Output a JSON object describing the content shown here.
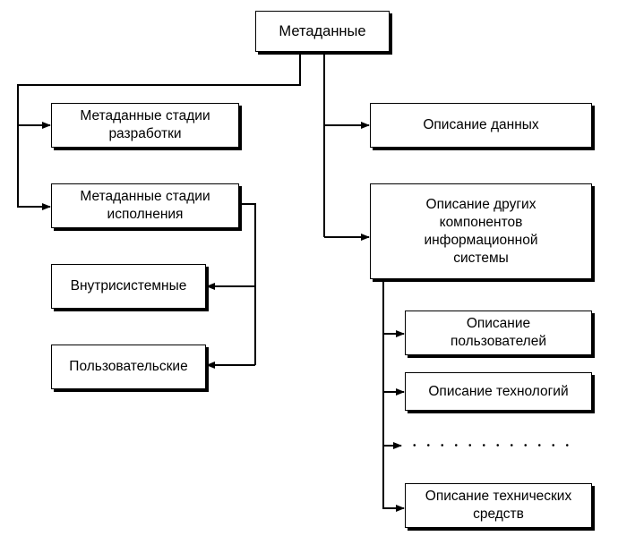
{
  "diagram": {
    "nodes": {
      "root": {
        "label": "Метаданные"
      },
      "design_stage": {
        "label": "Метаданные стадии\nразработки"
      },
      "runtime_stage": {
        "label": "Метаданные стадии\nисполнения"
      },
      "internal": {
        "label": "Внутрисистемные"
      },
      "user_level": {
        "label": "Пользовательские"
      },
      "data_description": {
        "label": "Описание данных"
      },
      "other_components": {
        "label": "Описание других\nкомпонентов\nинформационной\nсистемы"
      },
      "users_description": {
        "label": "Описание\nпользователей"
      },
      "technologies_description": {
        "label": "Описание технологий"
      },
      "hardware_description": {
        "label": "Описание технических\nсредств"
      }
    },
    "edges": [
      {
        "from": "root",
        "to": "design_stage"
      },
      {
        "from": "root",
        "to": "runtime_stage"
      },
      {
        "from": "root",
        "to": "data_description"
      },
      {
        "from": "root",
        "to": "other_components"
      },
      {
        "from": "runtime_stage",
        "to": "internal"
      },
      {
        "from": "runtime_stage",
        "to": "user_level"
      },
      {
        "from": "other_components",
        "to": "users_description"
      },
      {
        "from": "other_components",
        "to": "technologies_description"
      },
      {
        "from": "other_components",
        "to": "ellipsis"
      },
      {
        "from": "other_components",
        "to": "hardware_description"
      }
    ]
  }
}
